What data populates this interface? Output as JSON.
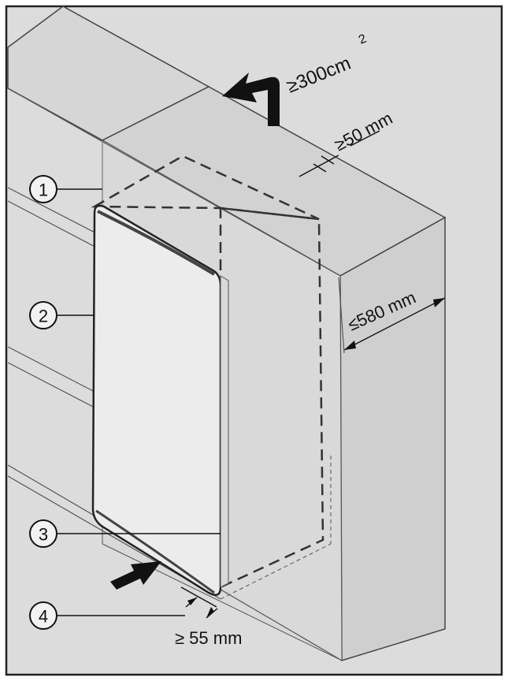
{
  "colors": {
    "background": "#dcdcdc",
    "appliance": "#e9e9e9",
    "line": "#333333",
    "arrow": "#111111"
  },
  "callouts": [
    {
      "id": "1",
      "label": "1"
    },
    {
      "id": "2",
      "label": "2"
    },
    {
      "id": "3",
      "label": "3"
    },
    {
      "id": "4",
      "label": "4"
    }
  ],
  "dimensions": {
    "vent_area": "≥300cm",
    "vent_area_sup": "2",
    "top_gap": "≥50 mm",
    "depth": "≤580 mm",
    "bottom_gap": "≥ 55 mm"
  },
  "icons": {
    "vent_arrow": "curved-up-left-arrow",
    "air_intake_arrow": "right-arrow"
  }
}
